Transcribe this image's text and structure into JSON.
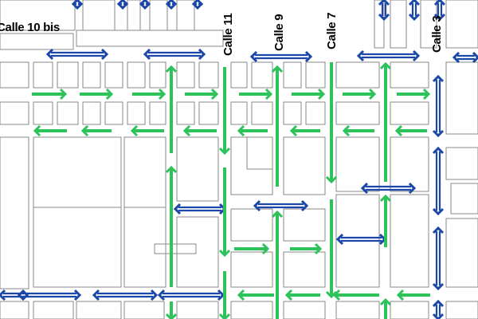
{
  "map": {
    "street_labels": {
      "calle_10_bis": "Calle 10 bis",
      "calle_11": "Calle 11",
      "calle_9": "Calle 9",
      "calle_7": "Calle 7",
      "calle_3": "Calle 3"
    },
    "legend_colors": {
      "two_way": "#1a47a8",
      "one_way": "#2ec25a",
      "block_outline": "#7a7a7a"
    }
  }
}
